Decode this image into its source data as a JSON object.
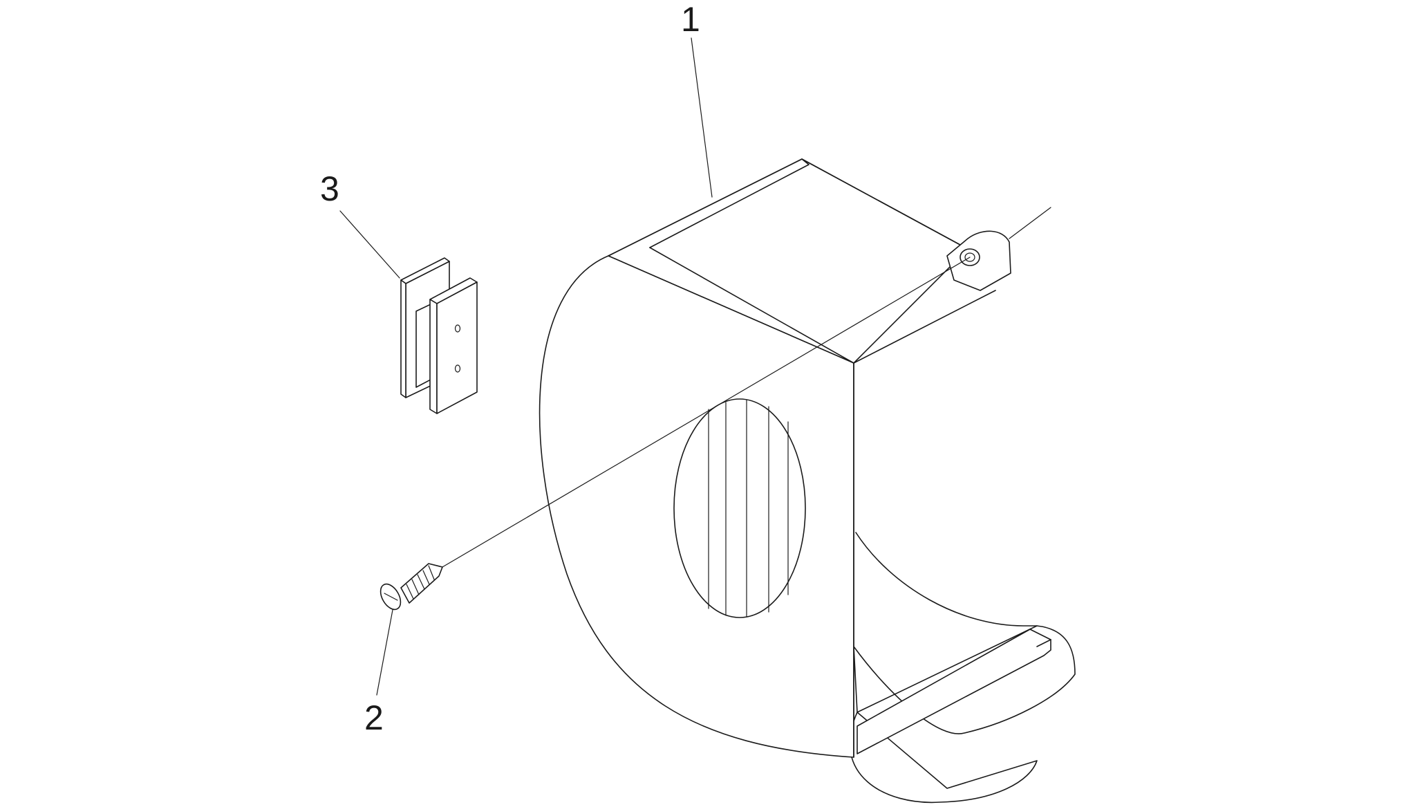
{
  "callouts": [
    {
      "id": "part-1",
      "label": "1"
    },
    {
      "id": "part-2",
      "label": "2"
    },
    {
      "id": "part-3",
      "label": "3"
    }
  ],
  "colors": {
    "line": "#1a1a1a",
    "background": "#ffffff"
  }
}
